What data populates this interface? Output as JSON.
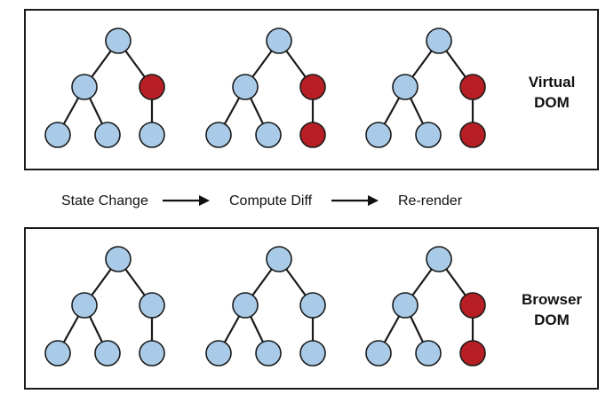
{
  "colors": {
    "node_default": "#a9cbe8",
    "node_changed": "#b81f24"
  },
  "flow_steps": [
    {
      "label": "State Change"
    },
    {
      "label": "Compute Diff"
    },
    {
      "label": "Re-render"
    }
  ],
  "panels": [
    {
      "label_line1": "Virtual",
      "label_line2": "DOM",
      "trees": [
        {
          "changed": [
            "n2"
          ]
        },
        {
          "changed": [
            "n2",
            "n5"
          ]
        },
        {
          "changed": [
            "n2",
            "n5"
          ]
        }
      ]
    },
    {
      "label_line1": "Browser",
      "label_line2": "DOM",
      "trees": [
        {
          "changed": []
        },
        {
          "changed": []
        },
        {
          "changed": [
            "n2",
            "n5"
          ]
        }
      ]
    }
  ]
}
